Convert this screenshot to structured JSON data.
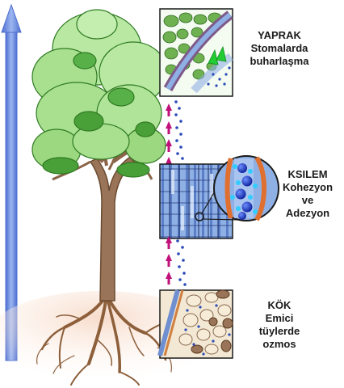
{
  "colors": {
    "arrow": "#6f8fe0",
    "arrow_edge": "#4e6fd0",
    "leaf": "#b5e6a0",
    "leaf_dark": "#4aa038",
    "trunk": "#9a7458",
    "root": "#a07048",
    "soil": "#f5dccc",
    "xylem": "#7fa3dc",
    "water": "#1f3fb0",
    "up_arrow": "#c0107a"
  },
  "labels": {
    "leaf": {
      "line1": "YAPRAK",
      "line2": "Stomalarda",
      "line3": "buharlaşma"
    },
    "xylem": {
      "line1": "KSILEM",
      "line2": "Kohezyon",
      "line3": "ve",
      "line4": "Adezyon"
    },
    "root": {
      "line1": "KÖK",
      "line2": "Emici",
      "line3": "tüylerde",
      "line4": "ozmos"
    }
  }
}
